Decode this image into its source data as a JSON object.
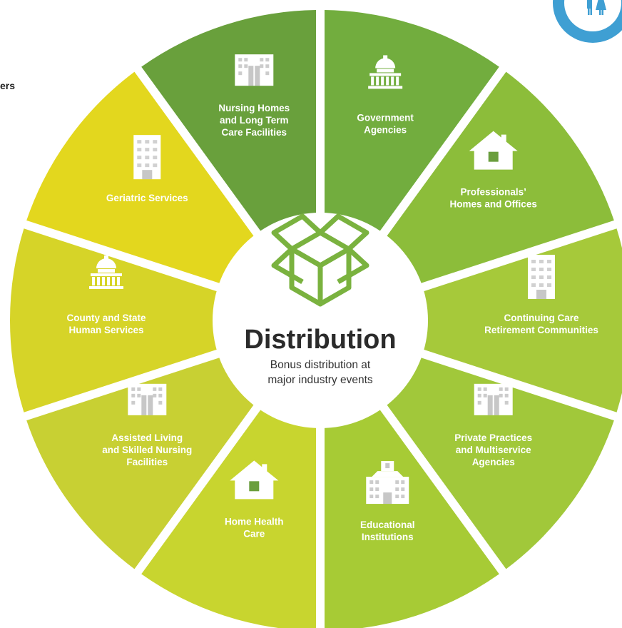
{
  "diagram": {
    "center": {
      "title": "Distribution",
      "subtitle_lines": [
        "Bonus distribution at",
        "major industry events"
      ]
    },
    "left_fragment": "ers",
    "segments": [
      {
        "id": "government",
        "icon": "capitol-icon",
        "color": "#72ad3e",
        "label_lines": [
          "Government",
          "Agencies"
        ]
      },
      {
        "id": "professionals",
        "icon": "house-icon",
        "color": "#8cbd3a",
        "label_lines": [
          "Professionals’",
          "Homes and Offices"
        ]
      },
      {
        "id": "ccrc",
        "icon": "tall-building-icon",
        "color": "#a6c93a",
        "label_lines": [
          "Continuing Care",
          "Retirement Communities"
        ]
      },
      {
        "id": "private",
        "icon": "wide-building-icon",
        "color": "#a1c83a",
        "label_lines": [
          "Private Practices",
          "and Multiservice",
          "Agencies"
        ]
      },
      {
        "id": "educational",
        "icon": "school-icon",
        "color": "#a7cb35",
        "label_lines": [
          "Educational",
          "Institutions"
        ]
      },
      {
        "id": "homehealth",
        "icon": "house-icon",
        "color": "#c8d52f",
        "label_lines": [
          "Home Health",
          "Care"
        ]
      },
      {
        "id": "assisted",
        "icon": "wide-building-icon",
        "color": "#c8d033",
        "label_lines": [
          "Assisted Living",
          "and Skilled Nursing",
          "Facilities"
        ]
      },
      {
        "id": "county",
        "icon": "capitol-icon",
        "color": "#d6d428",
        "label_lines": [
          "County and State",
          "Human Services"
        ]
      },
      {
        "id": "geriatric",
        "icon": "tall-building-icon",
        "color": "#e3d71e",
        "label_lines": [
          "Geriatric Services"
        ]
      },
      {
        "id": "nursing",
        "icon": "wide-building-icon",
        "color": "#69a03c",
        "label_lines": [
          "Nursing Homes",
          "and Long Term",
          "Care Facilities"
        ]
      }
    ],
    "colors": {
      "hub_outline": "#7ab23f",
      "corner_badge": "#3f9fd3"
    }
  }
}
